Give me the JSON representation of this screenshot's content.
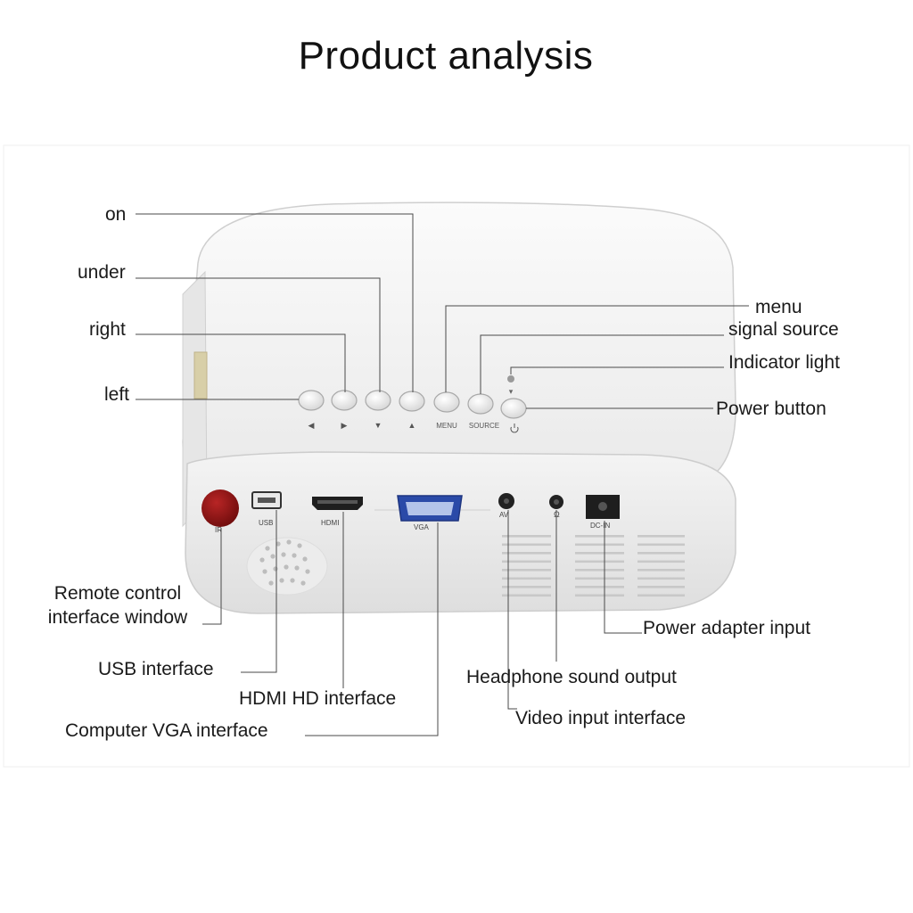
{
  "title": "Product analysis",
  "device": {
    "button_marks": [
      "◀",
      "▶",
      "▼",
      "▲",
      "MENU",
      "SOURCE"
    ],
    "port_labels": {
      "ir": "IR",
      "usb": "USB",
      "hdmi": "HDMI",
      "vga": "VGA",
      "av": "AV",
      "dc_in": "DC-IN"
    },
    "colors": {
      "body": "#f2f2f2",
      "ir_window": "#8b1414",
      "vga_port": "#2a4aa8"
    }
  },
  "labels": {
    "on": "on",
    "under": "under",
    "right": "right",
    "left": "left",
    "menu": "menu",
    "signal_source": "signal source",
    "indicator_light": "Indicator light",
    "power_button": "Power button",
    "remote_control_line1": "Remote control",
    "remote_control_line2": "interface window",
    "usb_interface": "USB interface",
    "hdmi_interface": "HDMI HD interface",
    "vga_interface": "Computer VGA interface",
    "power_adapter": "Power adapter input",
    "headphone": "Headphone sound output",
    "video_input": "Video input interface"
  }
}
